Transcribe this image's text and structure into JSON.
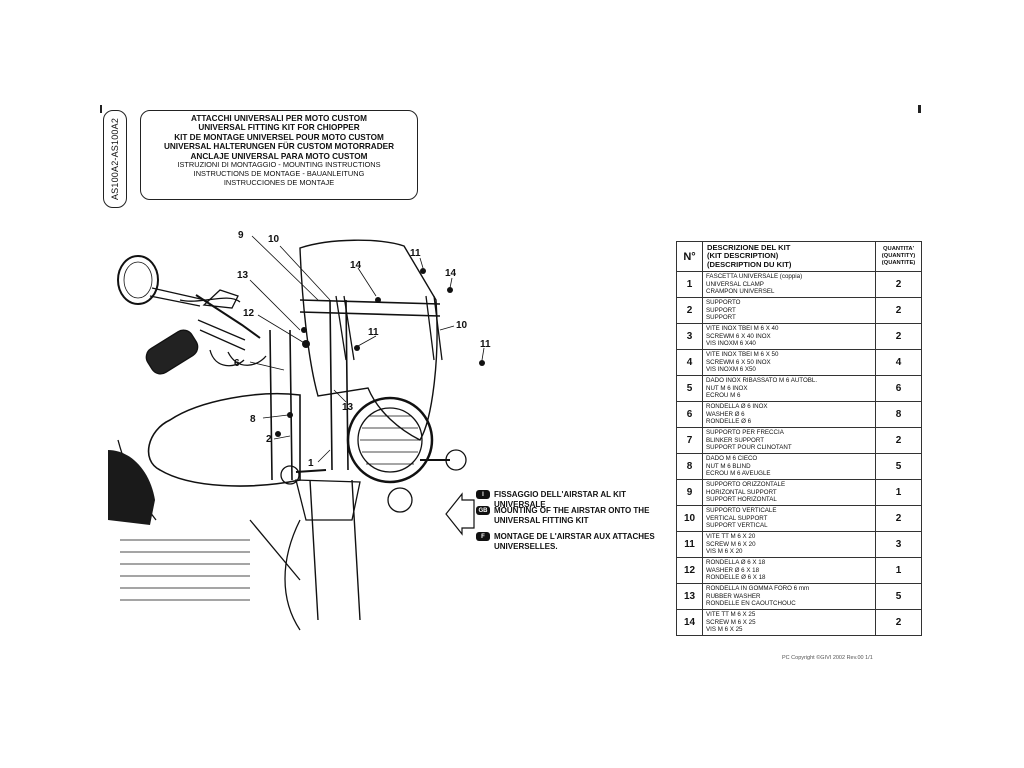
{
  "product_code": "AS100A2-AS100A2",
  "title_lines": [
    "ATTACCHI UNIVERSALI PER MOTO CUSTOM",
    "UNIVERSAL FITTING KIT FOR CHIOPPER",
    "KIT DE MONTAGE UNIVERSEL POUR MOTO CUSTOM",
    "UNIVERSAL HALTERUNGEN FÜR CUSTOM MOTORRADER",
    "ANCLAJE UNIVERSAL PARA MOTO CUSTOM"
  ],
  "subtitle_lines": [
    "ISTRUZIONI DI MONTAGGIO - MOUNTING INSTRUCTIONS",
    "INSTRUCTIONS DE MONTAGE - BAUANLEITUNG",
    "INSTRUCCIONES DE MONTAJE"
  ],
  "diagram": {
    "callouts": [
      "9",
      "10",
      "14",
      "11",
      "14",
      "13",
      "12",
      "10",
      "11",
      "11",
      "6",
      "13",
      "8",
      "2",
      "1"
    ]
  },
  "legend": [
    {
      "flag": "I",
      "text": "FISSAGGIO DELL'AIRSTAR AL KIT UNIVERSALE"
    },
    {
      "flag": "GB",
      "text": "MOUNTING OF THE AIRSTAR ONTO THE UNIVERSAL FITTING KIT"
    },
    {
      "flag": "F",
      "text": "MONTAGE DE L'AIRSTAR AUX ATTACHES UNIVERSELLES."
    }
  ],
  "table": {
    "header_number": "N°",
    "header_description": [
      "DESCRIZIONE DEL KIT",
      "(KIT DESCRIPTION)",
      "(DESCRIPTION DU KIT)"
    ],
    "header_quantity": [
      "QUANTITA'",
      "(QUANTITY)",
      "(QUANTITE)"
    ],
    "rows": [
      {
        "n": "1",
        "desc": [
          "FASCETTA UNIVERSALE (coppia)",
          "UNIVERSAL CLAMP",
          "CRAMPON UNIVERSEL"
        ],
        "qty": "2"
      },
      {
        "n": "2",
        "desc": [
          "SUPPORTO",
          "SUPPORT",
          "SUPPORT"
        ],
        "qty": "2"
      },
      {
        "n": "3",
        "desc": [
          "VITE INOX TBEI M 6 X 40",
          "SCREWM 6 X 40 INOX",
          "VIS INOXM 6 X40"
        ],
        "qty": "2"
      },
      {
        "n": "4",
        "desc": [
          "VITE INOX TBEI M 6 X 50",
          "SCREWM 6 X 50 INOX",
          "VIS INOXM 6 X50"
        ],
        "qty": "4"
      },
      {
        "n": "5",
        "desc": [
          "DADO INOX RIBASSATO M 6 AUTOBL.",
          "NUT M 6 INOX",
          "ECROU M 6"
        ],
        "qty": "6"
      },
      {
        "n": "6",
        "desc": [
          "RONDELLA Ø 6 INOX",
          "WASHER Ø 6",
          "RONDELLE Ø 6"
        ],
        "qty": "8"
      },
      {
        "n": "7",
        "desc": [
          "SUPPORTO PER FRECCIA",
          "BLINKER SUPPORT",
          "SUPPORT POUR CLINOTANT"
        ],
        "qty": "2"
      },
      {
        "n": "8",
        "desc": [
          "DADO M 6 CIECO",
          "NUT M 6 BLIND",
          "ECROU M 6 AVEUGLE"
        ],
        "qty": "5"
      },
      {
        "n": "9",
        "desc": [
          "SUPPORTO ORIZZONTALE",
          "HORIZONTAL SUPPORT",
          "SUPPORT HORIZONTAL"
        ],
        "qty": "1"
      },
      {
        "n": "10",
        "desc": [
          "SUPPORTO VERTICALE",
          "VERTICAL SUPPORT",
          "SUPPORT VERTICAL"
        ],
        "qty": "2"
      },
      {
        "n": "11",
        "desc": [
          "VITE TT M 6 X 20",
          "SCREW M 6 X 20",
          "VIS M 6 X 20"
        ],
        "qty": "3"
      },
      {
        "n": "12",
        "desc": [
          "RONDELLA Ø 6 X 18",
          "WASHER Ø 6 X 18",
          "RONDELLE Ø 6 X 18"
        ],
        "qty": "1"
      },
      {
        "n": "13",
        "desc": [
          "RONDELLA IN GOMMA FORO 6 mm",
          "RUBBER WASHER",
          "RONDELLE EN CAOUTCHOUC"
        ],
        "qty": "5"
      },
      {
        "n": "14",
        "desc": [
          "VITE TT M 6 X 25",
          "SCREW M 6 X 25",
          "VIS M 6 X 25"
        ],
        "qty": "2"
      }
    ]
  },
  "footer_code": "PC Copyright ©GIVI 2002 Rev.00 1/1"
}
